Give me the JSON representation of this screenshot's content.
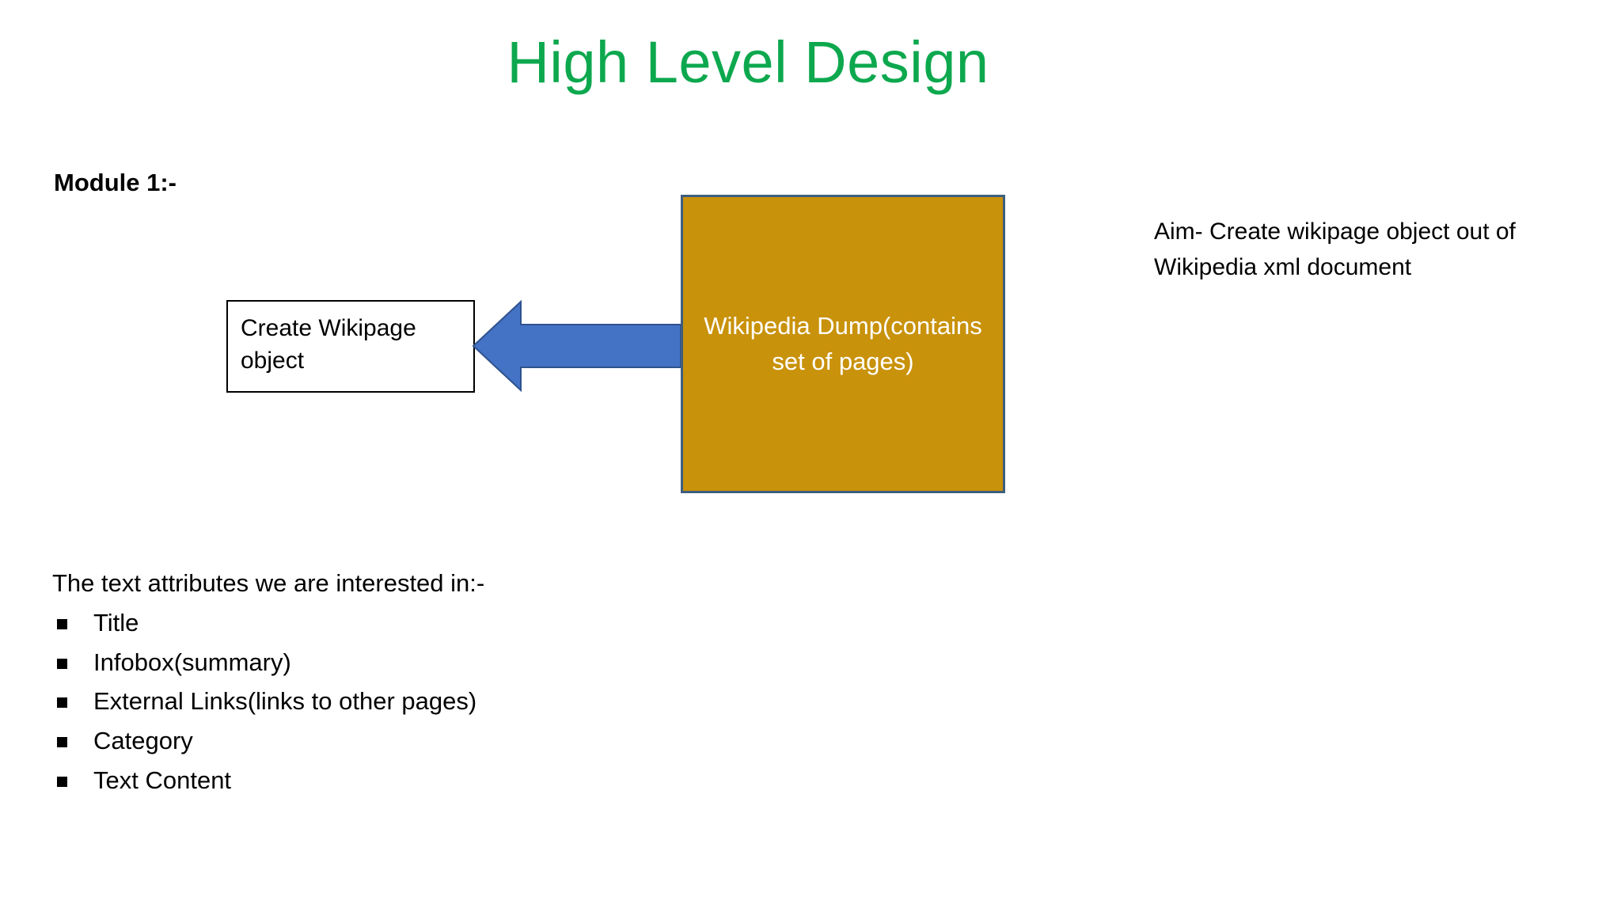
{
  "slide": {
    "title": "High Level Design",
    "title_color": "#0DA84E",
    "background": "#ffffff"
  },
  "module": {
    "label": "Module 1:-"
  },
  "diagram": {
    "process_box": {
      "label": "Create Wikipage object",
      "fill": "#ffffff",
      "border": "#000000"
    },
    "arrow": {
      "direction": "left",
      "fill": "#4472C4",
      "stroke": "#2F528F",
      "name": "flow-arrow-left"
    },
    "source_box": {
      "label": "Wikipedia Dump(contains set of pages)",
      "fill": "#C9920B",
      "border": "#3F5E7E",
      "text_color": "#FFFFFF"
    }
  },
  "aim": {
    "text": "Aim- Create wikipage object out of Wikipedia xml document"
  },
  "attributes": {
    "heading": "The text attributes we are interested in:-",
    "items": [
      "Title",
      "Infobox(summary)",
      "External Links(links to other pages)",
      "Category",
      "Text Content"
    ]
  }
}
